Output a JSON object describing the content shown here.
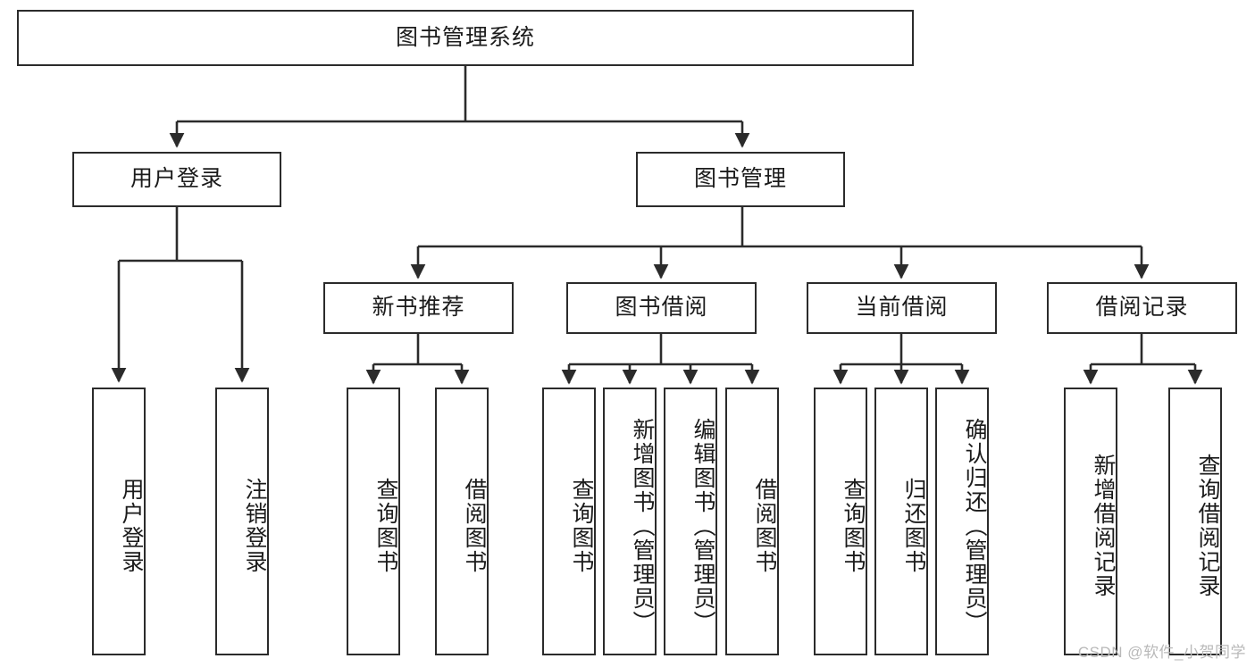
{
  "diagram": {
    "type": "tree-hierarchy",
    "title": "图书管理系统",
    "orientation": "top-down",
    "colors": {
      "box_border": "#2b2b2b",
      "box_fill": "#ffffff",
      "edge": "#2b2b2b",
      "text": "#1b1b1b",
      "watermark": "#b9b9b9",
      "background": "#ffffff"
    },
    "root": {
      "id": "root",
      "label": "图书管理系统",
      "orientation": "horizontal"
    },
    "level2": [
      {
        "id": "user-login",
        "label": "用户登录",
        "orientation": "horizontal"
      },
      {
        "id": "book-manage",
        "label": "图书管理",
        "orientation": "horizontal"
      }
    ],
    "level3": [
      {
        "id": "new-book-recommend",
        "label": "新书推荐",
        "orientation": "horizontal",
        "parent": "book-manage"
      },
      {
        "id": "book-borrow",
        "label": "图书借阅",
        "orientation": "horizontal",
        "parent": "book-manage"
      },
      {
        "id": "current-borrow",
        "label": "当前借阅",
        "orientation": "horizontal",
        "parent": "book-manage"
      },
      {
        "id": "borrow-record",
        "label": "借阅记录",
        "orientation": "horizontal",
        "parent": "book-manage"
      }
    ],
    "leaves": [
      {
        "id": "leaf-user-login",
        "label": "用户登录",
        "orientation": "vertical",
        "parent": "user-login"
      },
      {
        "id": "leaf-logout-login",
        "label": "注销登录",
        "orientation": "vertical",
        "parent": "user-login"
      },
      {
        "id": "leaf-query-book-1",
        "label": "查询图书",
        "orientation": "vertical",
        "parent": "new-book-recommend"
      },
      {
        "id": "leaf-borrow-book-1",
        "label": "借阅图书",
        "orientation": "vertical",
        "parent": "new-book-recommend"
      },
      {
        "id": "leaf-query-book-2",
        "label": "查询图书",
        "orientation": "vertical",
        "parent": "book-borrow"
      },
      {
        "id": "leaf-add-book",
        "label": "新增图书（管理员）",
        "orientation": "vertical",
        "parent": "book-borrow"
      },
      {
        "id": "leaf-edit-book",
        "label": "编辑图书（管理员）",
        "orientation": "vertical",
        "parent": "book-borrow"
      },
      {
        "id": "leaf-borrow-book-2",
        "label": "借阅图书",
        "orientation": "vertical",
        "parent": "book-borrow"
      },
      {
        "id": "leaf-query-book-3",
        "label": "查询图书",
        "orientation": "vertical",
        "parent": "current-borrow"
      },
      {
        "id": "leaf-return-book",
        "label": "归还图书",
        "orientation": "vertical",
        "parent": "current-borrow"
      },
      {
        "id": "leaf-confirm-return",
        "label": "确认归还（管理员）",
        "orientation": "vertical",
        "parent": "current-borrow"
      },
      {
        "id": "leaf-add-record",
        "label": "新增借阅记录",
        "orientation": "vertical",
        "parent": "borrow-record"
      },
      {
        "id": "leaf-query-record",
        "label": "查询借阅记录",
        "orientation": "vertical",
        "parent": "borrow-record"
      }
    ],
    "watermark": "CSDN @软件_小贺同学"
  }
}
